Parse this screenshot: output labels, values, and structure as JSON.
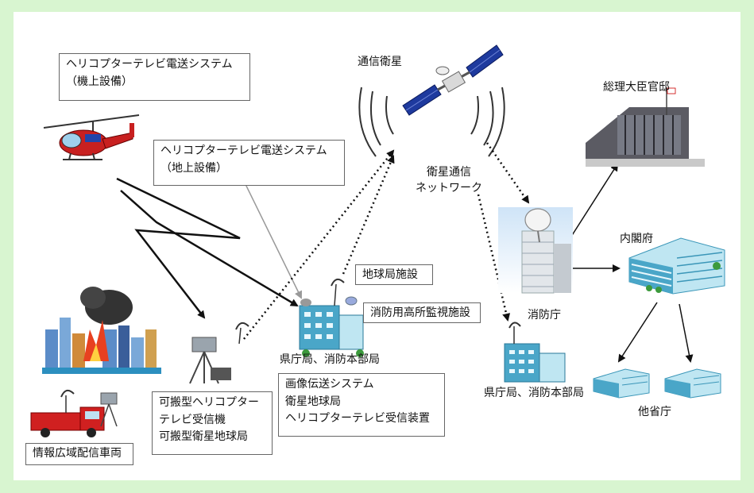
{
  "labels": {
    "heli_air": [
      "ヘリコプターテレビ電送システム",
      "（機上設備）"
    ],
    "heli_ground": [
      "ヘリコプターテレビ電送システム",
      "（地上設備）"
    ],
    "satellite": "通信衛星",
    "sat_network": [
      "衛星通信",
      "ネットワーク"
    ],
    "pm_office": "総理大臣官邸",
    "cabinet": "内閣府",
    "earth_station": "地球局施設",
    "fire_monitor": "消防用高所監視施設",
    "pref_hq_center": "県庁局、消防本部局",
    "fdma": "消防庁",
    "pref_hq_right": "県庁局、消防本部局",
    "other_ministries": "他省庁",
    "portable": [
      "可搬型ヘリコプター",
      "テレビ受信機",
      "可搬型衛星地球局"
    ],
    "image_system": [
      "画像伝送システム",
      "衛星地球局",
      "ヘリコプターテレビ受信装置"
    ],
    "vehicle": "情報広域配信車両"
  },
  "colors": {
    "background": "#d8f5d0",
    "canvas": "#ffffff",
    "building": "#4aa6c8",
    "building_light": "#bfe6f2",
    "satellite_panel": "#1e3a9e",
    "helicopter": "#c82020",
    "fire_truck": "#d02020",
    "fire": "#e84020"
  },
  "icons": [
    "helicopter-icon",
    "satellite-icon",
    "pm-office-icon",
    "cabinet-building-icon",
    "fdma-building-icon",
    "pref-building-center-icon",
    "pref-building-right-icon",
    "ministry-building-left-icon",
    "ministry-building-right-icon",
    "portable-receiver-icon",
    "fire-truck-icon",
    "city-fire-icon"
  ]
}
